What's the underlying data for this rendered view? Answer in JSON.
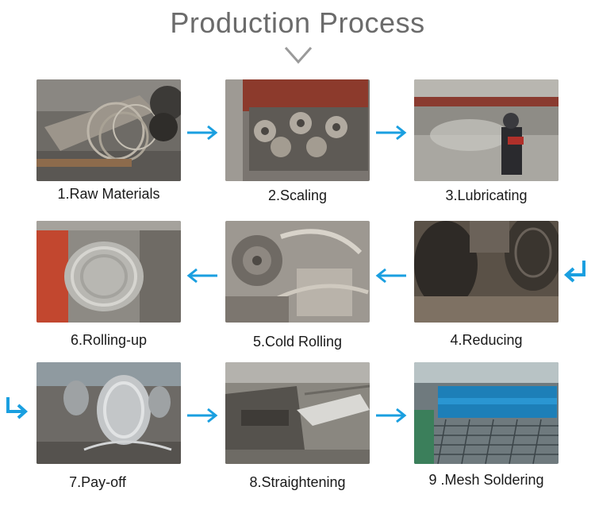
{
  "title": "Production Process",
  "accent_color": "#1a9fe0",
  "steps": [
    {
      "label": "1.Raw Materials"
    },
    {
      "label": "2.Scaling"
    },
    {
      "label": "3.Lubricating"
    },
    {
      "label": "4.Reducing"
    },
    {
      "label": "5.Cold Rolling"
    },
    {
      "label": "6.Rolling-up"
    },
    {
      "label": "7.Pay-off"
    },
    {
      "label": "8.Straightening"
    },
    {
      "label": "9 .Mesh Soldering"
    }
  ],
  "icons": {
    "header": "chevron-down-icon",
    "flow_right": "arrow-right-icon",
    "flow_left": "arrow-left-icon",
    "turn_down_left": "corner-arrow-down-left-icon",
    "turn_down_right": "corner-arrow-down-right-icon"
  }
}
